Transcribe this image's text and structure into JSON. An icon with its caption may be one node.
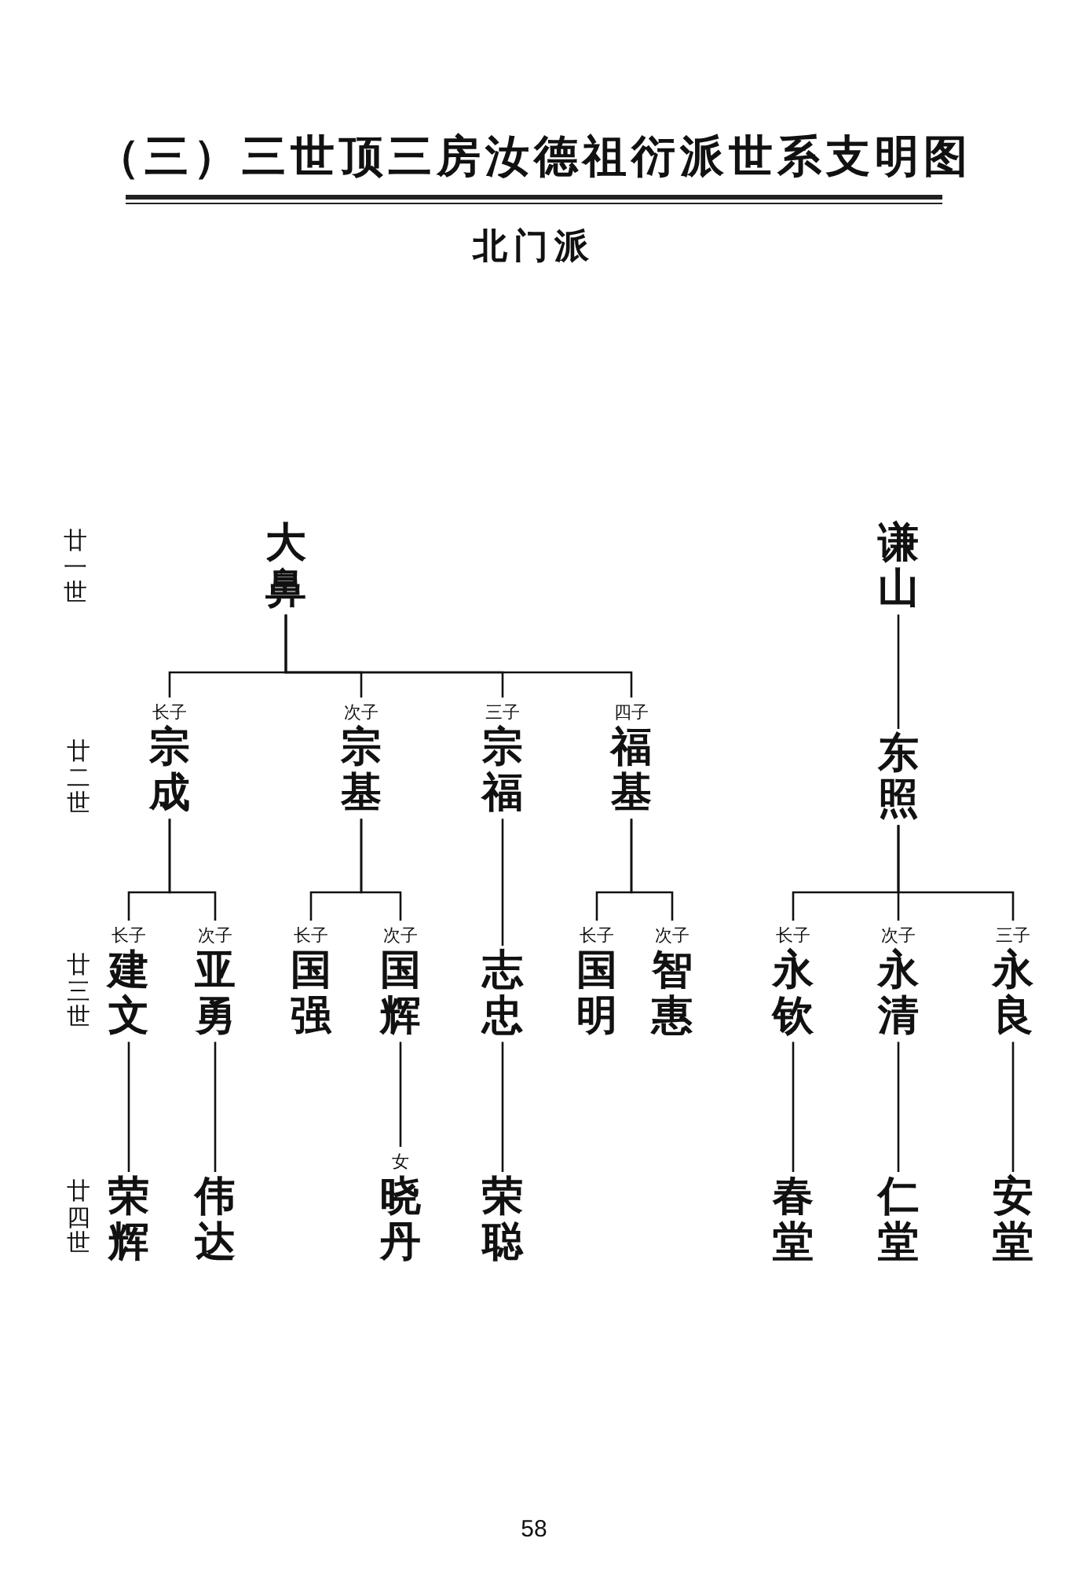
{
  "diagram": {
    "title": "（三）三世顶三房汝德祖衍派世系支明图",
    "nodes": [
      {
        "text": [
          "大鼻"
        ]
      },
      {
        "text": [
          "谦山"
        ]
      },
      {
        "text": [
          "宗成"
        ],
        "beside": [
          "长子"
        ]
      },
      {
        "text": [
          "宗基"
        ],
        "beside": [
          "次子"
        ]
      },
      {
        "text": [
          "宗福"
        ],
        "beside": [
          "三子"
        ]
      },
      {
        "text": [
          "福基"
        ],
        "beside": [
          "四子"
        ]
      },
      {
        "text": [
          "东照"
        ]
      },
      {
        "text": [
          "建文"
        ],
        "beside": [
          "长子"
        ]
      },
      {
        "text": [
          "亚勇"
        ],
        "beside": [
          "次子"
        ]
      },
      {
        "text": [
          "国强"
        ],
        "beside": [
          "长子"
        ]
      },
      {
        "text": [
          "国辉"
        ],
        "beside": [
          "次子"
        ]
      },
      {
        "text": [
          "志忠"
        ]
      },
      {
        "text": [
          "国明"
        ],
        "beside": [
          "长子"
        ]
      },
      {
        "text": [
          "智惠"
        ],
        "beside": [
          "次子"
        ]
      },
      {
        "text": [
          "永钦"
        ],
        "beside": [
          "长子"
        ]
      },
      {
        "text": [
          "永清"
        ],
        "beside": [
          "次子"
        ]
      },
      {
        "text": [
          "永良"
        ],
        "beside": [
          "三子"
        ]
      },
      {
        "text": [
          "荣辉"
        ]
      },
      {
        "text": [
          "伟达"
        ]
      },
      {
        "text": [
          "晓丹"
        ],
        "beside": [
          "女"
        ]
      },
      {
        "text": [
          "荣聪"
        ]
      },
      {
        "text": [
          "春堂"
        ]
      },
      {
        "text": [
          "仁堂"
        ]
      },
      {
        "text": [
          "安堂"
        ]
      }
    ],
    "edges": [
      {
        "from": 0,
        "to": 2,
        "arrow": "none"
      },
      {
        "from": 0,
        "to": 3,
        "arrow": "none"
      },
      {
        "from": 0,
        "to": 4,
        "arrow": "none"
      },
      {
        "from": 0,
        "to": 5,
        "arrow": "none"
      },
      {
        "from": 1,
        "to": 6,
        "arrow": "none"
      },
      {
        "from": 2,
        "to": 7,
        "arrow": "none"
      },
      {
        "from": 2,
        "to": 8,
        "arrow": "none"
      },
      {
        "from": 3,
        "to": 9,
        "arrow": "none"
      },
      {
        "from": 3,
        "to": 10,
        "arrow": "none"
      },
      {
        "from": 4,
        "to": 11,
        "arrow": "none"
      },
      {
        "from": 5,
        "to": 12,
        "arrow": "none"
      },
      {
        "from": 5,
        "to": 13,
        "arrow": "none"
      },
      {
        "from": 6,
        "to": 14,
        "arrow": "none"
      },
      {
        "from": 6,
        "to": 15,
        "arrow": "none"
      },
      {
        "from": 6,
        "to": 16,
        "arrow": "none"
      },
      {
        "from": 7,
        "to": 17,
        "arrow": "none"
      },
      {
        "from": 8,
        "to": 18,
        "arrow": "none"
      },
      {
        "from": 10,
        "to": 19,
        "arrow": "none"
      },
      {
        "from": 11,
        "to": 20,
        "arrow": "none"
      },
      {
        "from": 14,
        "to": 21,
        "arrow": "none"
      },
      {
        "from": 15,
        "to": 22,
        "arrow": "none"
      },
      {
        "from": 16,
        "to": 23,
        "arrow": "none"
      }
    ],
    "labels": [
      "北门派",
      "廿一世",
      "廿二世",
      "廿三世",
      "廿四世",
      "58"
    ]
  }
}
